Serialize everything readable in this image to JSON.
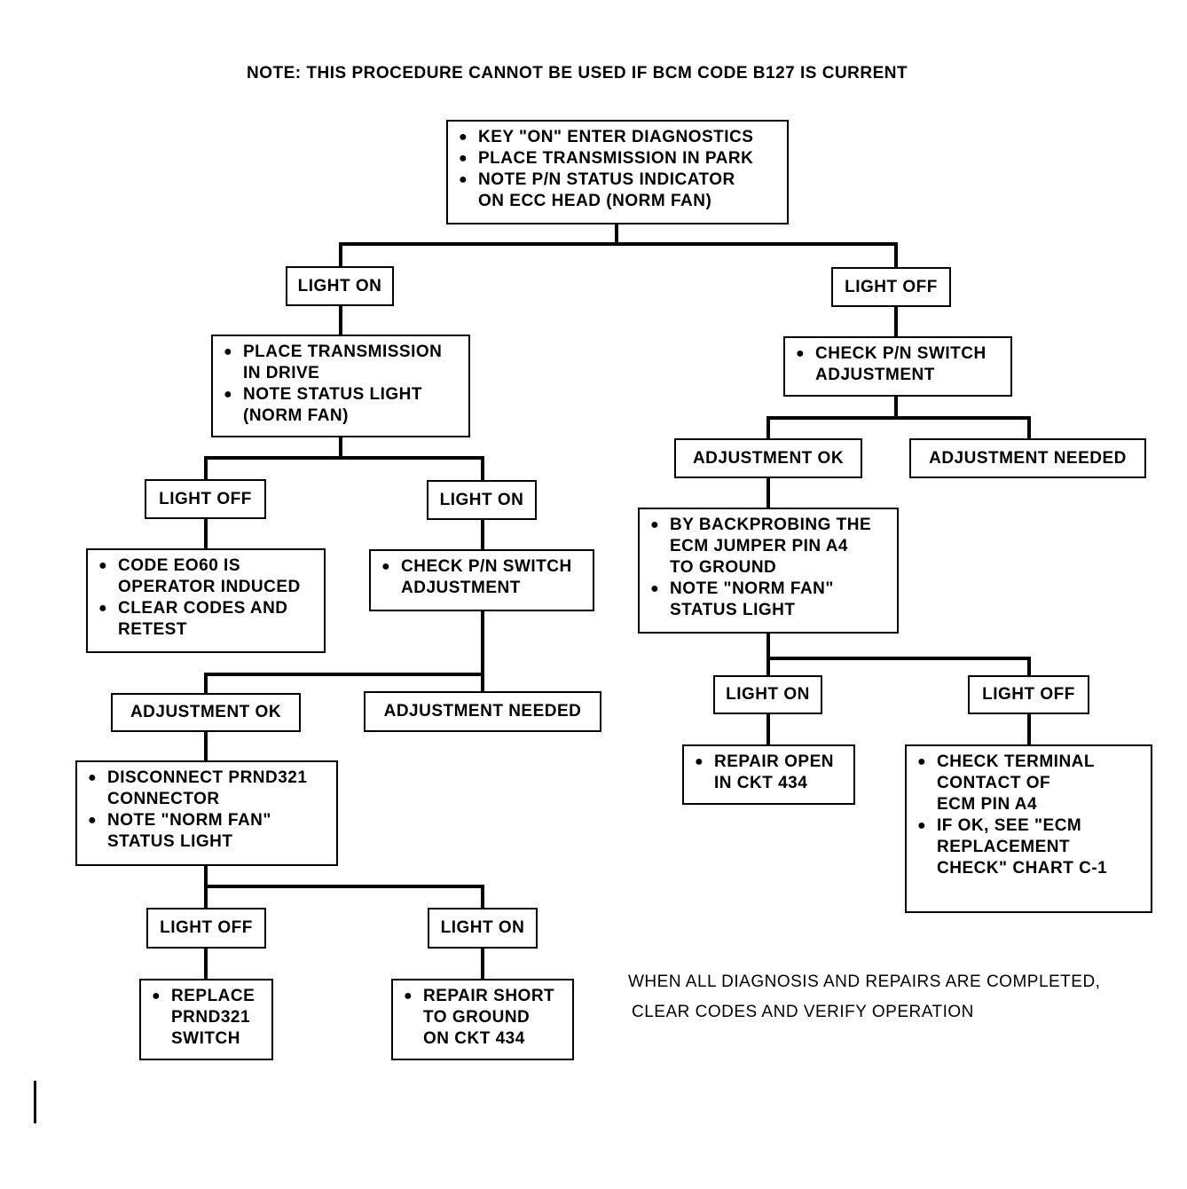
{
  "header_note": "NOTE: THIS PROCEDURE CANNOT BE USED IF BCM CODE B127 IS CURRENT",
  "footer_note": {
    "line1": "WHEN ALL DIAGNOSIS AND REPAIRS ARE COMPLETED,",
    "line2": "CLEAR CODES AND VERIFY OPERATION"
  },
  "bullet_glyph": "●",
  "nodes": {
    "start": [
      "KEY \"ON\" ENTER DIAGNOSTICS",
      "PLACE TRANSMISSION IN PARK",
      "NOTE P/N STATUS INDICATOR\nON ECC HEAD (NORM FAN)"
    ],
    "light_on_1": "LIGHT ON",
    "light_off_1": "LIGHT OFF",
    "place_drive": [
      "PLACE TRANSMISSION\nIN DRIVE",
      "NOTE STATUS LIGHT\n(NORM FAN)"
    ],
    "light_off_2": "LIGHT OFF",
    "light_on_2": "LIGHT ON",
    "code_eo60": [
      "CODE EO60 IS\nOPERATOR INDUCED",
      "CLEAR CODES AND\nRETEST"
    ],
    "check_pn_left": [
      "CHECK P/N SWITCH\nADJUSTMENT"
    ],
    "adj_ok_left": "ADJUSTMENT OK",
    "adj_needed_left": "ADJUSTMENT NEEDED",
    "disconnect": [
      "DISCONNECT PRND321\nCONNECTOR",
      "NOTE \"NORM FAN\"\nSTATUS LIGHT"
    ],
    "light_off_3": "LIGHT OFF",
    "light_on_3": "LIGHT ON",
    "replace_prnd": [
      "REPLACE\nPRND321\nSWITCH"
    ],
    "repair_short": [
      "REPAIR SHORT\nTO GROUND\nON CKT 434"
    ],
    "check_pn_right": [
      "CHECK P/N SWITCH\nADJUSTMENT"
    ],
    "adj_ok_right": "ADJUSTMENT OK",
    "adj_needed_right": "ADJUSTMENT NEEDED",
    "backprobe": [
      "BY BACKPROBING THE\nECM JUMPER PIN A4\nTO GROUND",
      "NOTE \"NORM FAN\"\nSTATUS LIGHT"
    ],
    "light_on_4": "LIGHT ON",
    "light_off_4": "LIGHT OFF",
    "repair_open": [
      "REPAIR OPEN\nIN CKT 434"
    ],
    "check_terminal": [
      "CHECK TERMINAL\nCONTACT OF\nECM PIN A4",
      "IF OK, SEE \"ECM\nREPLACEMENT\nCHECK\"   CHART C-1"
    ]
  }
}
